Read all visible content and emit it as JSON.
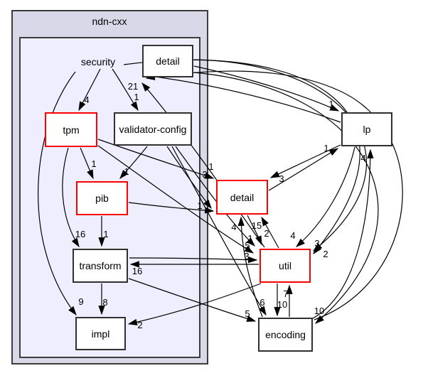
{
  "diagram": {
    "outer_title": "ndn-cxx",
    "inner_title": "security",
    "colors": {
      "highlight_border": "#ff0000",
      "node_border": "#303030",
      "cluster_outer_bg": "#d8d8e8",
      "cluster_inner_bg": "#eeeeff",
      "edge": "#000000"
    },
    "nodes": [
      {
        "id": "detail-top",
        "label": "detail",
        "type": "normal"
      },
      {
        "id": "tpm",
        "label": "tpm",
        "type": "highlight"
      },
      {
        "id": "validator-config",
        "label": "validator-config",
        "type": "normal"
      },
      {
        "id": "pib",
        "label": "pib",
        "type": "highlight"
      },
      {
        "id": "transform",
        "label": "transform",
        "type": "normal"
      },
      {
        "id": "impl",
        "label": "impl",
        "type": "normal"
      },
      {
        "id": "lp",
        "label": "lp",
        "type": "normal"
      },
      {
        "id": "detail",
        "label": "detail",
        "type": "highlight"
      },
      {
        "id": "util",
        "label": "util",
        "type": "highlight"
      },
      {
        "id": "encoding",
        "label": "encoding",
        "type": "normal"
      }
    ],
    "edges": [
      {
        "from": "security",
        "to": "tpm",
        "label": "4"
      },
      {
        "from": "security",
        "to": "validator-config",
        "label": "1"
      },
      {
        "from": "util",
        "to": "security",
        "label": "21"
      },
      {
        "from": "lp",
        "to": "security",
        "label": ""
      },
      {
        "from": "encoding",
        "to": "security",
        "label": ""
      },
      {
        "from": "tpm",
        "to": "pib",
        "label": "1"
      },
      {
        "from": "validator-config",
        "to": "pib",
        "label": "1"
      },
      {
        "from": "tpm",
        "to": "transform",
        "label": "16"
      },
      {
        "from": "pib",
        "to": "transform",
        "label": "1"
      },
      {
        "from": "security",
        "to": "impl",
        "label": "9"
      },
      {
        "from": "transform",
        "to": "impl",
        "label": "8"
      },
      {
        "from": "util",
        "to": "transform",
        "label": "16"
      },
      {
        "from": "util",
        "to": "impl",
        "label": "2"
      },
      {
        "from": "tpm",
        "to": "detail",
        "label": "1"
      },
      {
        "from": "validator-config",
        "to": "detail",
        "label": "3"
      },
      {
        "from": "pib",
        "to": "detail",
        "label": "1"
      },
      {
        "from": "encoding",
        "to": "detail",
        "label": "4"
      },
      {
        "from": "util",
        "to": "detail",
        "label": "15"
      },
      {
        "from": "lp",
        "to": "detail",
        "label": "3"
      },
      {
        "from": "detail",
        "to": "util",
        "label": "2"
      },
      {
        "from": "validator-config",
        "to": "util",
        "label": "1"
      },
      {
        "from": "tpm",
        "to": "util",
        "label": "5"
      },
      {
        "from": "transform",
        "to": "util",
        "label": "3"
      },
      {
        "from": "lp",
        "to": "util",
        "label": "4"
      },
      {
        "from": "detail-top",
        "to": "lp",
        "label": "1"
      },
      {
        "from": "detail-top",
        "to": "util",
        "label": "3"
      },
      {
        "from": "detail-top",
        "to": "encoding",
        "label": "10"
      },
      {
        "from": "security",
        "to": "util",
        "label": "2"
      },
      {
        "from": "util",
        "to": "encoding",
        "label": "10"
      },
      {
        "from": "encoding",
        "to": "util",
        "label": "7"
      },
      {
        "from": "transform",
        "to": "encoding",
        "label": "5"
      },
      {
        "from": "encoding",
        "to": "lp",
        "label": "4"
      },
      {
        "from": "validator-config",
        "to": "encoding",
        "label": "6"
      },
      {
        "from": "detail",
        "to": "lp",
        "label": "1"
      }
    ]
  }
}
